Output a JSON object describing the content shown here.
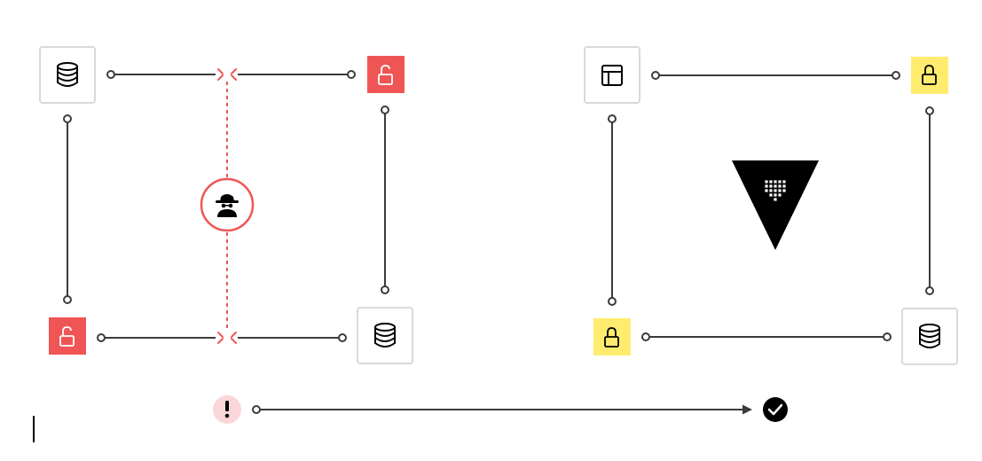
{
  "colors": {
    "line": "#3b3b3b",
    "node_border": "#d9d9d9",
    "node_fill": "#ffffff",
    "icon_stroke": "#000000",
    "danger": "#f05555",
    "danger_light": "#fbd6d8",
    "lock_yellow": "#ffec6e",
    "vault_black": "#000000",
    "success_black": "#000000"
  },
  "insecure_setup": {
    "nodes": [
      {
        "id": "db-top-left",
        "icon": "database-icon"
      },
      {
        "id": "lock-open-top-right",
        "icon": "unlocked-padlock-icon",
        "status": "unsecured"
      },
      {
        "id": "lock-open-bottom-left",
        "icon": "unlocked-padlock-icon",
        "status": "unsecured"
      },
      {
        "id": "db-bottom-right",
        "icon": "database-icon"
      }
    ],
    "attacker": {
      "icon": "spy-hat-icon"
    },
    "intercept_marks": 2
  },
  "secure_setup": {
    "nodes": [
      {
        "id": "app-top-left",
        "icon": "layout-window-icon"
      },
      {
        "id": "lock-top-right",
        "icon": "locked-padlock-icon",
        "status": "secured"
      },
      {
        "id": "lock-bottom-left",
        "icon": "locked-padlock-icon",
        "status": "secured"
      },
      {
        "id": "db-bottom-right",
        "icon": "database-icon"
      }
    ],
    "center_logo": "vault-triangle-logo"
  },
  "transition": {
    "from_icon": "exclamation-icon",
    "to_icon": "checkmark-icon"
  }
}
